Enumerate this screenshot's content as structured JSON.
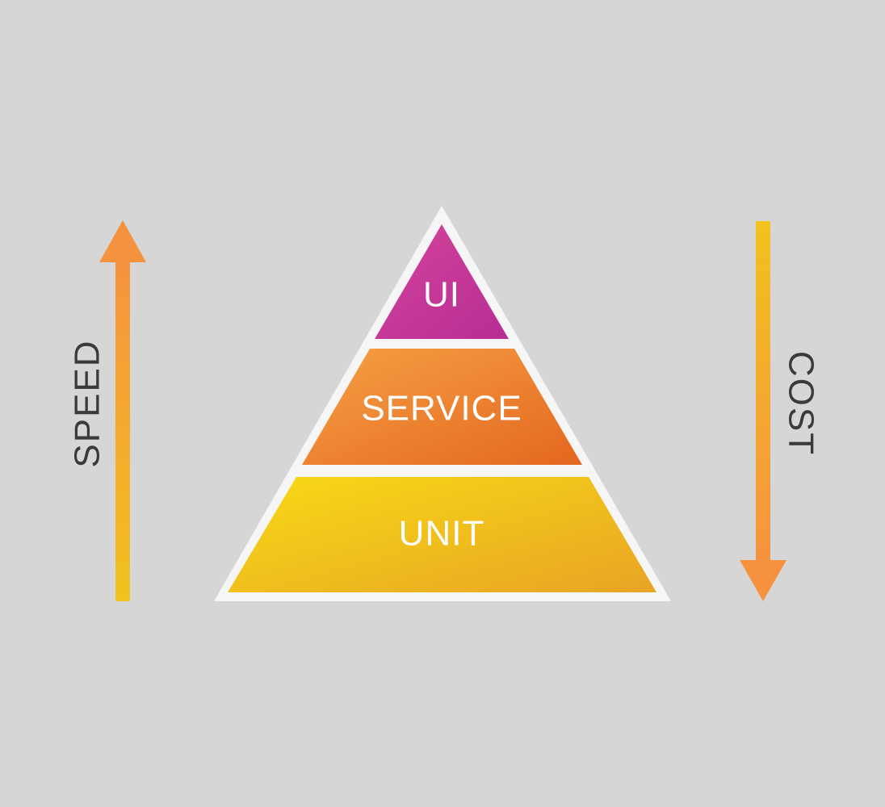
{
  "diagram": {
    "layers": [
      {
        "id": "ui",
        "label": "UI",
        "color_start": "#d6449a",
        "color_end": "#b62d95"
      },
      {
        "id": "service",
        "label": "SERVICE",
        "color_start": "#f6a145",
        "color_end": "#e4671f"
      },
      {
        "id": "unit",
        "label": "UNIT",
        "color_start": "#f8da16",
        "color_end": "#e8a424"
      }
    ],
    "left_arrow": {
      "label": "SPEED",
      "direction": "up",
      "color_top": "#f6923f",
      "color_bottom": "#f2c21d"
    },
    "right_arrow": {
      "label": "COST",
      "direction": "down",
      "color_top": "#f2c21d",
      "color_bottom": "#f6923f"
    },
    "colors": {
      "background": "#d6d6d7",
      "outline": "#f6f6f6",
      "text": "#3a3a3a"
    }
  }
}
